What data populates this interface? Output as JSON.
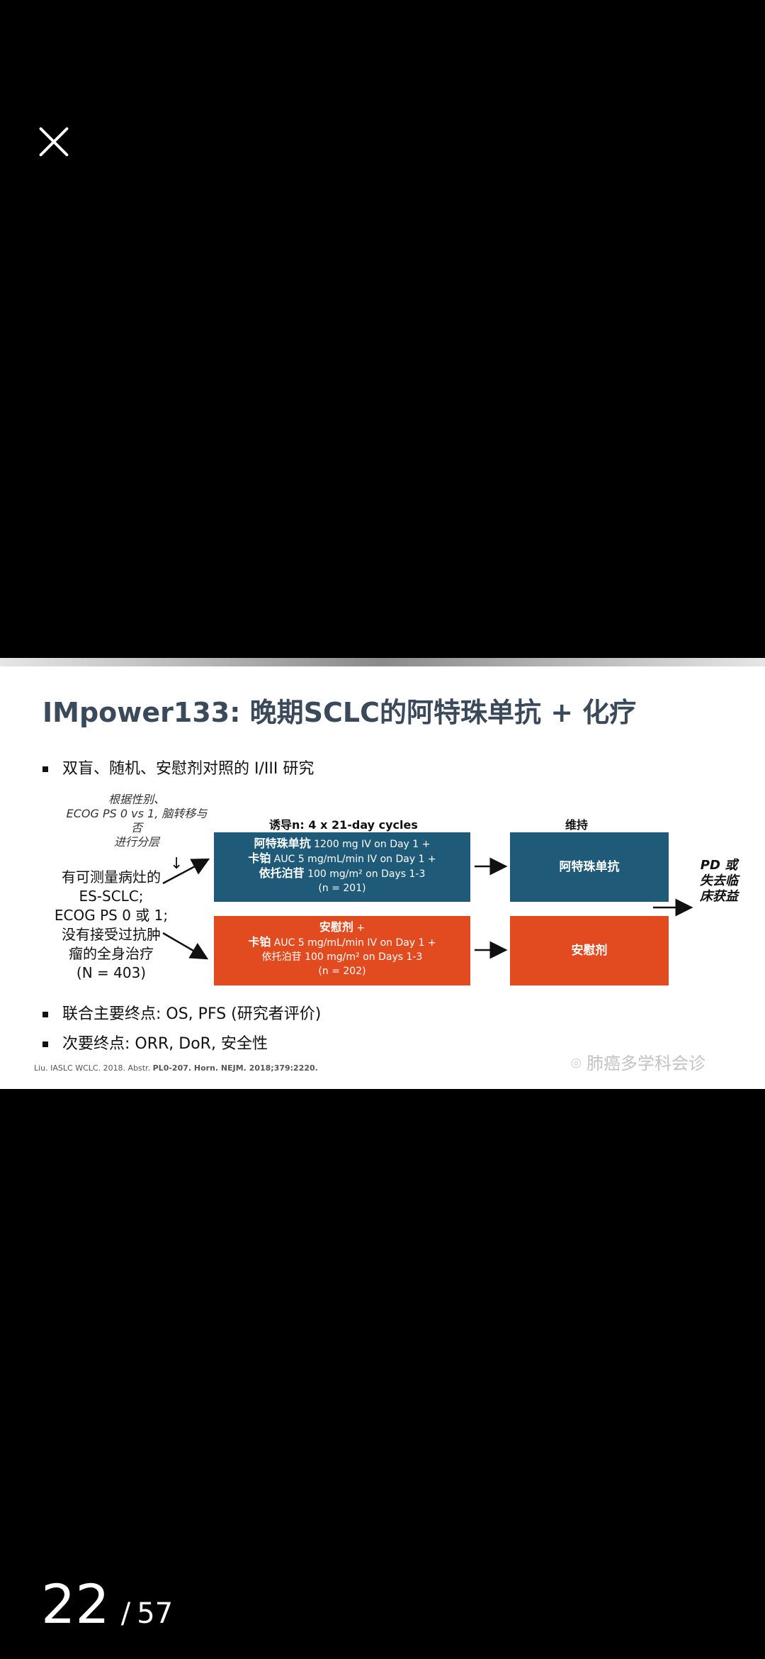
{
  "viewer": {
    "close_icon": "close-icon",
    "page_current": "22",
    "page_separator": "/",
    "page_total": "57"
  },
  "slide": {
    "title": "IMpower133: 晚期SCLC的阿特珠单抗 + 化疗",
    "bullet1": "双盲、随机、安慰剂对照的 I/III 研究",
    "stratification": [
      "根据性别、",
      "ECOG PS 0 vs 1, 脑转移与否",
      "进行分层"
    ],
    "population": [
      "有可测量病灶的",
      "ES-SCLC;",
      "ECOG PS 0 或 1;",
      "没有接受过抗肿",
      "瘤的全身治疗",
      "(N = 403)"
    ],
    "induction_header": "诱导n: 4 x 21-day cycles",
    "maintenance_header": "维持",
    "arm1": {
      "drug1_bold": "阿特珠单抗",
      "drug1_rest": " 1200 mg IV on Day 1 +",
      "drug2_bold": "卡铂",
      "drug2_rest": " AUC 5 mg/mL/min IV on Day 1 +",
      "drug3_bold": "依托泊苷",
      "drug3_rest": " 100 mg/m² on Days 1-3",
      "n": "(n = 201)",
      "maintenance": "阿特珠单抗"
    },
    "arm2": {
      "drug1_bold": "安慰剂",
      "drug1_rest": " +",
      "drug2_bold": "卡铂",
      "drug2_rest": " AUC 5 mg/mL/min IV on Day 1 +",
      "drug3": "依托泊苷 100 mg/m² on Days 1-3",
      "n": "(n = 202)",
      "maintenance": "安慰剂"
    },
    "outcome": [
      "PD 或",
      "失去临",
      "床获益"
    ],
    "bullet2": "联合主要终点: OS, PFS (研究者评价)",
    "bullet3": "次要终点: ORR, DoR, 安全性",
    "citation_plain": "Liu. IASLC WCLC. 2018. Abstr. ",
    "citation_bold": "PL0-207. Horn. NEJM. 2018;379:2220.",
    "watermark": "肺癌多学科会诊",
    "colors": {
      "teal": "#1f5b79",
      "orange": "#e14b1f",
      "title": "#3b4a5a"
    }
  }
}
